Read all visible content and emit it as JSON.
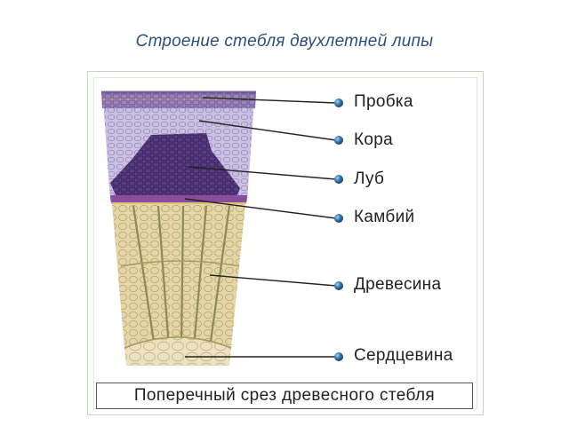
{
  "title": "Строение стебля двухлетней липы",
  "caption": "Поперечный срез древесного стебля",
  "labels": [
    {
      "id": "cork",
      "text": "Пробка"
    },
    {
      "id": "cortex",
      "text": "Кора"
    },
    {
      "id": "phloem",
      "text": "Луб"
    },
    {
      "id": "cambium",
      "text": "Камбий"
    },
    {
      "id": "wood",
      "text": "Древесина"
    },
    {
      "id": "pith",
      "text": "Сердцевина"
    }
  ],
  "colors": {
    "title": "#2d4f7f",
    "cork": "#9a86bf",
    "cortex": "#c9c0e2",
    "phloem": "#5a3c82",
    "cambium": "#8a4c9c",
    "wood": "#e4d6a8",
    "rays": "#8d8a52",
    "pith": "#ede2c0",
    "marker": "#2f6fa8"
  }
}
